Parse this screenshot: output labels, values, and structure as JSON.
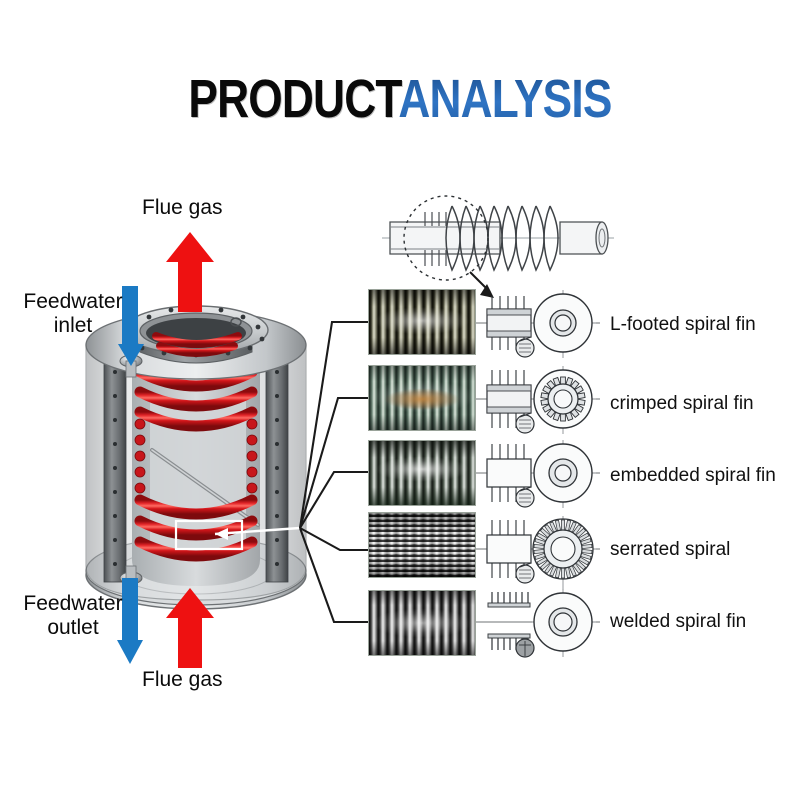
{
  "title": {
    "part1": "PRODUCT",
    "part2": "ANALYSIS",
    "part1_color": "#0a0a0a",
    "part2_color": "#245EA8"
  },
  "colors": {
    "flue_gas_arrow": "#EE1111",
    "feedwater_arrow": "#1B7AC4",
    "vessel_shell": "#BFC3C6",
    "coil_tube": "#D81418",
    "connector_line": "#1a1a1a",
    "background": "#FFFFFF"
  },
  "vessel": {
    "name": "boiler-vessel-cutaway",
    "callouts": [
      {
        "id": "flue-gas-top",
        "text": "Flue gas",
        "arrow": "up",
        "arrow_color": "#EE1111"
      },
      {
        "id": "feedwater-inlet",
        "text": "Feedwater\ninlet",
        "arrow": "down",
        "arrow_color": "#1B7AC4"
      },
      {
        "id": "feedwater-outlet",
        "text": "Feedwater\noutlet",
        "arrow": "down",
        "arrow_color": "#1B7AC4"
      },
      {
        "id": "flue-gas-bottom",
        "text": "Flue gas",
        "arrow": "up",
        "arrow_color": "#EE1111"
      }
    ]
  },
  "detail_drawing": {
    "name": "finned-tube-line-drawing",
    "description": "spiral finned tube with dashed detail circle"
  },
  "fin_types": [
    {
      "id": "l-footed",
      "label": "L-footed spiral fin",
      "end_view": "plain-rings",
      "profile": "l-foot"
    },
    {
      "id": "crimped",
      "label": "crimped spiral fin",
      "end_view": "toothed-ring",
      "profile": "crimped"
    },
    {
      "id": "embedded",
      "label": "embedded spiral fin",
      "end_view": "plain-rings",
      "profile": "embedded"
    },
    {
      "id": "serrated",
      "label": "serrated spiral",
      "end_view": "serrated-ring",
      "profile": "serrated"
    },
    {
      "id": "welded",
      "label": "welded spiral fin",
      "end_view": "plain-rings",
      "profile": "welded"
    }
  ]
}
